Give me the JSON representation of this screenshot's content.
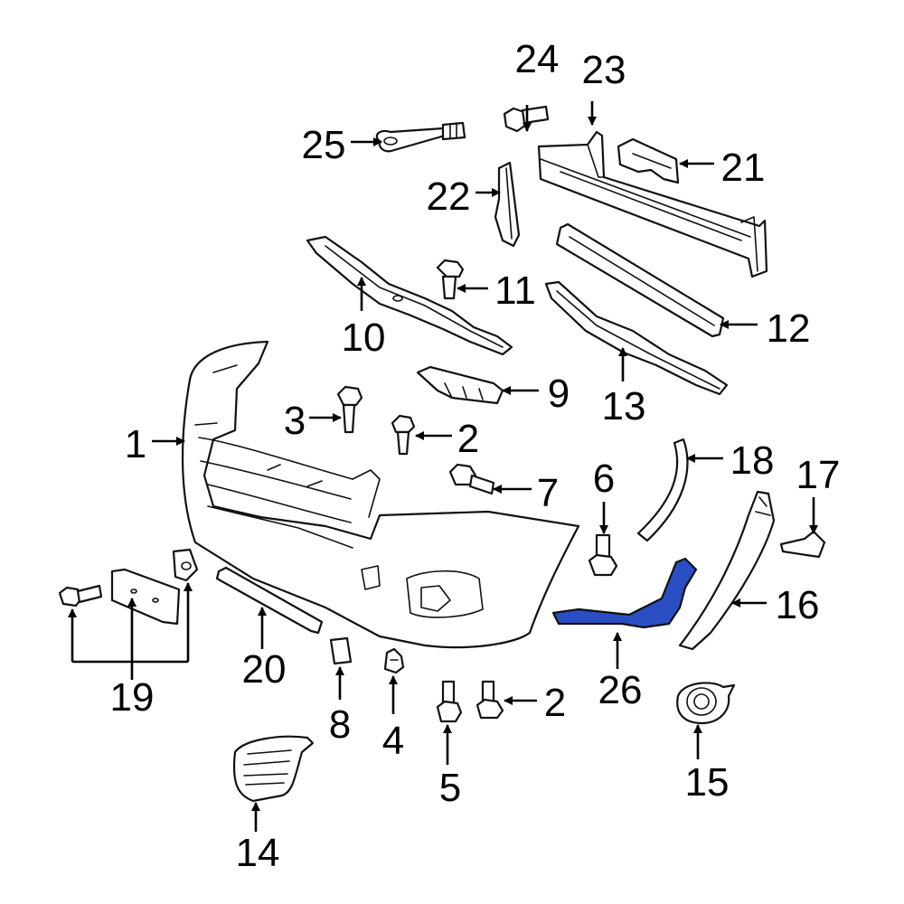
{
  "highlight_color": "#2a4fc4",
  "callouts": {
    "c1": "1",
    "c2a": "2",
    "c2b": "2",
    "c3": "3",
    "c4": "4",
    "c5": "5",
    "c6": "6",
    "c7": "7",
    "c8": "8",
    "c9": "9",
    "c10": "10",
    "c11": "11",
    "c12": "12",
    "c13": "13",
    "c14": "14",
    "c15": "15",
    "c16": "16",
    "c17": "17",
    "c18": "18",
    "c19": "19",
    "c20": "20",
    "c21": "21",
    "c22": "22",
    "c23": "23",
    "c24": "24",
    "c25": "25",
    "c26": "26"
  }
}
